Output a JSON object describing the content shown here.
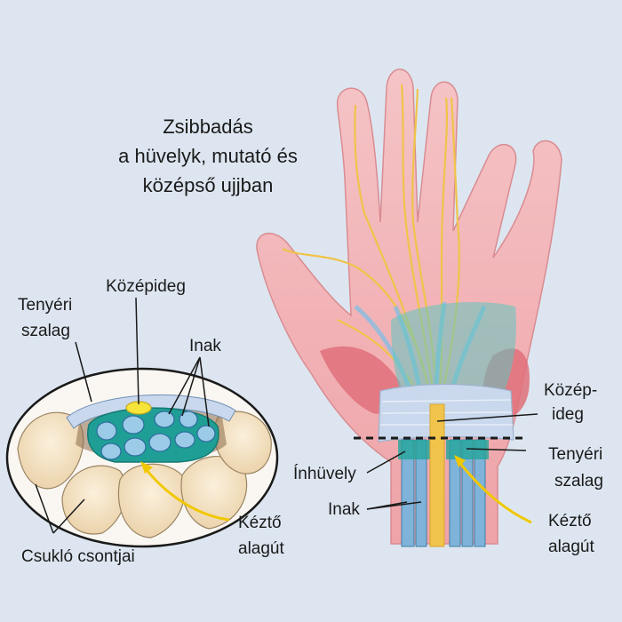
{
  "title": {
    "line1": "Zsibbadás",
    "line2": "a hüvelyk, mutató és",
    "line3": "középső ujjban"
  },
  "cross_section": {
    "median_nerve": "Középideg",
    "ligament_line1": "Tenyéri",
    "ligament_line2": "szalag",
    "tendons": "Inak",
    "tunnel_line1": "Kéztő",
    "tunnel_line2": "alagút",
    "bones": "Csukló csontjai"
  },
  "hand": {
    "median_nerve_line1": "Közép-",
    "median_nerve_line2": "ideg",
    "sheath": "Ínhüvely",
    "ligament_line1": "Tenyéri",
    "ligament_line2": "szalag",
    "tendons": "Inak",
    "tunnel_line1": "Kéztő",
    "tunnel_line2": "alagút"
  },
  "colors": {
    "background": "#dde6f0",
    "skin": "#f1b3b6",
    "nerve": "#f0c34a",
    "tendon": "#7fb3d9",
    "sheath": "#23a59a",
    "muscle": "#e0707a",
    "bone": "#f2e2c4",
    "ligament": "#c9d8ec"
  }
}
